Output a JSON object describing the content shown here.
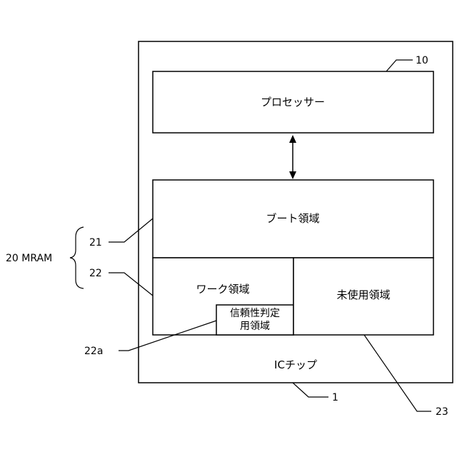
{
  "blocks": {
    "processor": "プロセッサー",
    "boot_area": "ブート領域",
    "work_area": "ワーク領域",
    "reliability_area_line1": "信頼性判定",
    "reliability_area_line2": "用領域",
    "unused_area": "未使用領域",
    "ic_chip": "ICチップ"
  },
  "references": {
    "ref_10": "10",
    "ref_1": "1",
    "ref_21": "21",
    "ref_22": "22",
    "ref_22a": "22a",
    "ref_23": "23",
    "mram": "20 MRAM"
  }
}
